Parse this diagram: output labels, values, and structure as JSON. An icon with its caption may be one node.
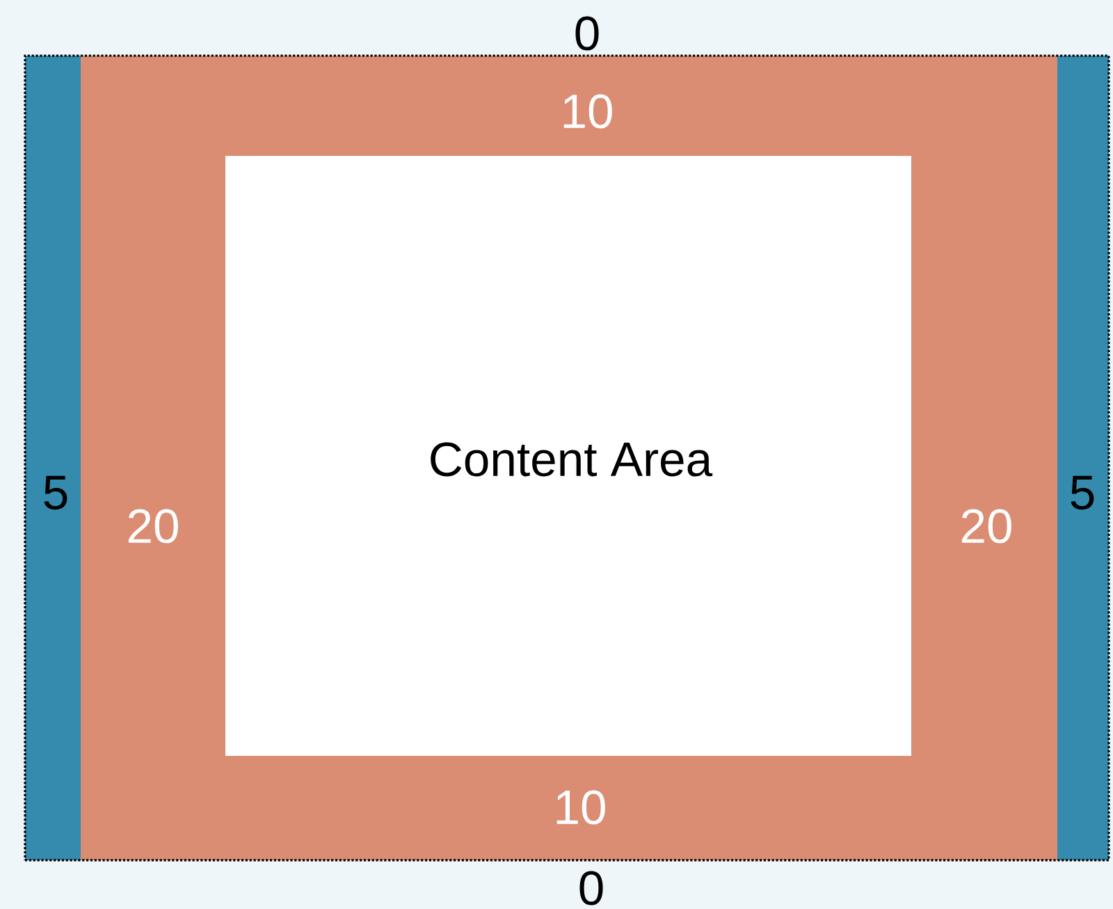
{
  "diagram": {
    "nodes": [
      {
        "text": [
          "0",
          "0"
        ]
      },
      {
        "text": [
          "5"
        ],
        "in": 0
      },
      {
        "text": [
          "10",
          "20",
          "20",
          "10"
        ],
        "in": 0
      },
      {
        "text": [
          "Content Area"
        ],
        "in": 2
      },
      {
        "text": [
          "5"
        ],
        "in": 0
      }
    ]
  }
}
